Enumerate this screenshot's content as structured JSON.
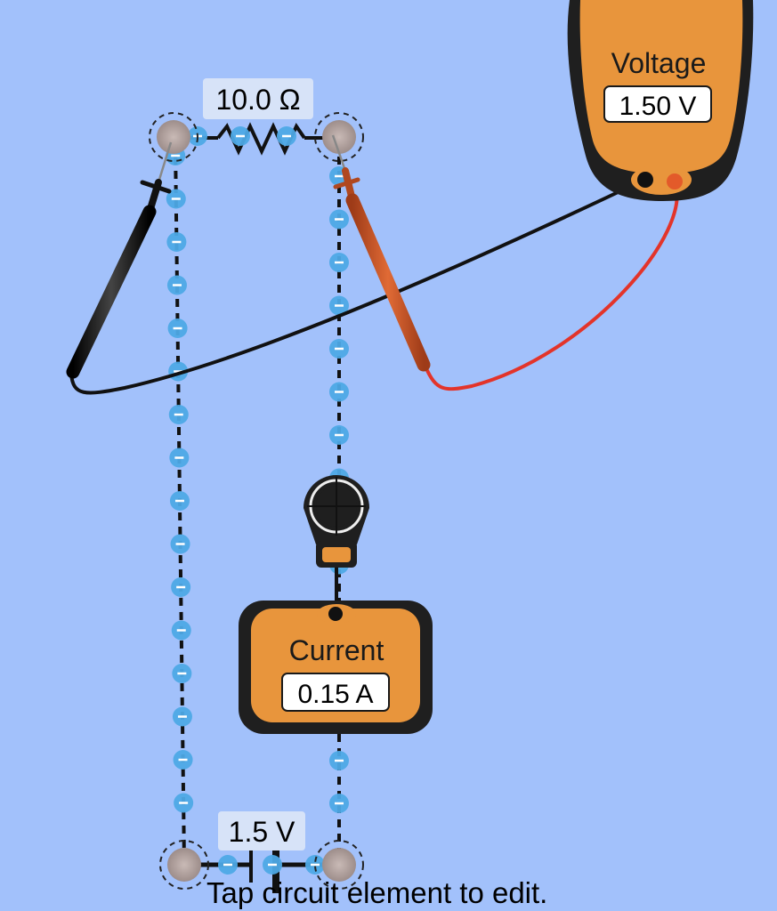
{
  "resistor": {
    "label": "10.0 Ω"
  },
  "battery": {
    "label": "1.5 V"
  },
  "voltmeter": {
    "title": "Voltage",
    "reading": "1.50 V"
  },
  "ammeter": {
    "title": "Current",
    "reading": "0.15 A"
  },
  "hint": {
    "text": "Tap circuit element to edit."
  },
  "colors": {
    "background": "#a2c1fb",
    "meter_orange": "#e8953c",
    "meter_body": "#1f1f1f",
    "wire": "#111111",
    "electron": "#4ea9e6",
    "probe_red": "#c8532a",
    "probe_black": "#1a1a1a",
    "lead_red": "#e3342a",
    "vertex": "#b8a9a6"
  },
  "icons": {
    "electron": "electron-minus-icon",
    "vertex": "dashed-circle-vertex-icon",
    "ammeter_probe": "crosshair-icon"
  }
}
